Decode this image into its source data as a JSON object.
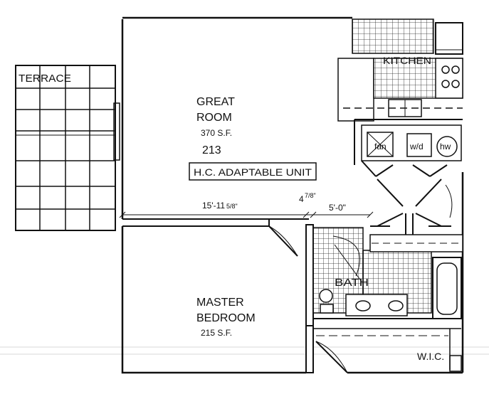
{
  "rooms": {
    "terrace": "TERRACE",
    "great_room": {
      "line1": "GREAT",
      "line2": "ROOM",
      "area": "370 S.F.",
      "number": "213"
    },
    "kitchen": "KITCHEN",
    "master_bedroom": {
      "line1": "MASTER",
      "line2": "BEDROOM",
      "area": "215 S.F."
    },
    "bath": "BATH",
    "wic": "W.I.C."
  },
  "note": "H.C. ADAPTABLE UNIT",
  "appliances": {
    "fan": "fan",
    "washer_dryer": "w/d",
    "water_heater": "hw"
  },
  "dimensions": {
    "corridor_width": "15'-11",
    "corridor_width_fraction": "5/8\"",
    "wall_offset": "4",
    "wall_offset_fraction": "7/8\"",
    "bath_width": "5'-0\""
  }
}
